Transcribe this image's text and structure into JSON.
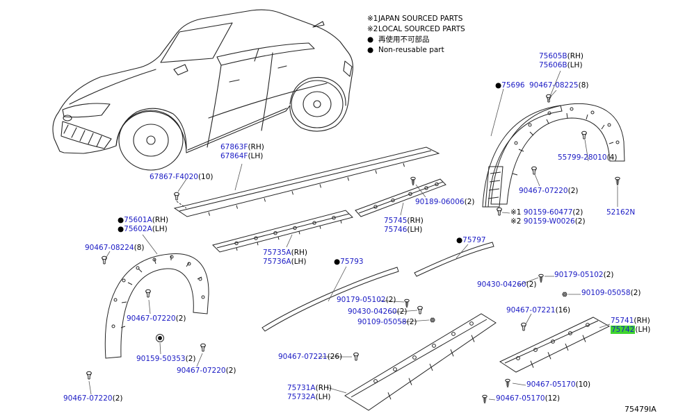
{
  "figure_code": "75479IA",
  "highlighted_part": "75742",
  "colors": {
    "part_number": "#1a1ac4",
    "suffix": "#000000",
    "highlight": "#3fd42f"
  },
  "legend": [
    {
      "mark": "※1",
      "text": "JAPAN SOURCED PARTS"
    },
    {
      "mark": "※2",
      "text": "LOCAL SOURCED PARTS"
    },
    {
      "mark": "●",
      "text": "再使用不可部品"
    },
    {
      "mark": "●",
      "text": "Non-reusable part"
    }
  ],
  "labels": [
    {
      "id": "67863F",
      "rows": [
        {
          "num": "67863F",
          "suf": "(RH)"
        },
        {
          "num": "67864F",
          "suf": "(LH)"
        }
      ]
    },
    {
      "id": "67867-F4020",
      "rows": [
        {
          "num": "67867-F4020",
          "suf": "(10)"
        }
      ]
    },
    {
      "id": "75601A",
      "rows": [
        {
          "pre": "●",
          "num": "75601A",
          "suf": "(RH)"
        },
        {
          "pre": "●",
          "num": "75602A",
          "suf": "(LH)"
        }
      ]
    },
    {
      "id": "90467-08224",
      "rows": [
        {
          "num": "90467-08224",
          "suf": "(8)"
        }
      ]
    },
    {
      "id": "75735A",
      "rows": [
        {
          "num": "75735A",
          "suf": "(RH)"
        },
        {
          "num": "75736A",
          "suf": "(LH)"
        }
      ]
    },
    {
      "id": "75745",
      "rows": [
        {
          "num": "75745",
          "suf": "(RH)"
        },
        {
          "num": "75746",
          "suf": "(LH)"
        }
      ]
    },
    {
      "id": "90189-06006",
      "rows": [
        {
          "num": "90189-06006",
          "suf": "(2)"
        }
      ]
    },
    {
      "id": "75793",
      "rows": [
        {
          "pre": "●",
          "num": "75793",
          "suf": ""
        }
      ]
    },
    {
      "id": "75797",
      "rows": [
        {
          "pre": "●",
          "num": "75797",
          "suf": ""
        }
      ]
    },
    {
      "id": "75605B",
      "rows": [
        {
          "num": "75605B",
          "suf": "(RH)"
        },
        {
          "num": "75606B",
          "suf": "(LH)"
        }
      ]
    },
    {
      "id": "75696",
      "rows": [
        {
          "pre": "●",
          "num": "75696",
          "suf": ""
        }
      ]
    },
    {
      "id": "90467-08225",
      "rows": [
        {
          "num": "90467-08225",
          "suf": "(8)"
        }
      ]
    },
    {
      "id": "55799-28010",
      "rows": [
        {
          "num": "55799-28010",
          "suf": "(4)"
        }
      ]
    },
    {
      "id": "90467-07220-rear",
      "rows": [
        {
          "num": "90467-07220",
          "suf": "(2)"
        }
      ]
    },
    {
      "id": "90159",
      "rows": [
        {
          "pre": "※1 ",
          "num": "90159-60477",
          "suf": "(2)"
        },
        {
          "pre": "※2 ",
          "num": "90159-W0026",
          "suf": "(2)"
        }
      ]
    },
    {
      "id": "52162N",
      "rows": [
        {
          "num": "52162N",
          "suf": ""
        }
      ]
    },
    {
      "id": "90430-04260-r",
      "rows": [
        {
          "num": "90430-04260",
          "suf": "(2)"
        }
      ]
    },
    {
      "id": "90179-05102-r",
      "rows": [
        {
          "num": "90179-05102",
          "suf": "(2)"
        }
      ]
    },
    {
      "id": "90109-05058-r",
      "rows": [
        {
          "num": "90109-05058",
          "suf": "(2)"
        }
      ]
    },
    {
      "id": "90179-05102-c",
      "rows": [
        {
          "num": "90179-05102",
          "suf": "(2)"
        }
      ]
    },
    {
      "id": "90430-04260-c",
      "rows": [
        {
          "num": "90430-04260",
          "suf": "(2)"
        }
      ]
    },
    {
      "id": "90109-05058-c",
      "rows": [
        {
          "num": "90109-05058",
          "suf": "(2)"
        }
      ]
    },
    {
      "id": "90467-07221-16",
      "rows": [
        {
          "num": "90467-07221",
          "suf": "(16)"
        }
      ]
    },
    {
      "id": "75741",
      "rows": [
        {
          "num": "75741",
          "suf": "(RH)"
        },
        {
          "num": "75742",
          "suf": "(LH)"
        }
      ]
    },
    {
      "id": "90467-07220-fr1",
      "rows": [
        {
          "num": "90467-07220",
          "suf": "(2)"
        }
      ]
    },
    {
      "id": "90159-50353",
      "rows": [
        {
          "num": "90159-50353",
          "suf": "(2)"
        }
      ]
    },
    {
      "id": "90467-07220-fr2",
      "rows": [
        {
          "num": "90467-07220",
          "suf": "(2)"
        }
      ]
    },
    {
      "id": "90467-07221-26",
      "rows": [
        {
          "num": "90467-07221",
          "suf": "(26)"
        }
      ]
    },
    {
      "id": "75731A",
      "rows": [
        {
          "num": "75731A",
          "suf": "(RH)"
        },
        {
          "num": "75732A",
          "suf": "(LH)"
        }
      ]
    },
    {
      "id": "90467-05170-10",
      "rows": [
        {
          "num": "90467-05170",
          "suf": "(10)"
        }
      ]
    },
    {
      "id": "90467-05170-12",
      "rows": [
        {
          "num": "90467-05170",
          "suf": "(12)"
        }
      ]
    },
    {
      "id": "90467-07220-bl",
      "rows": [
        {
          "num": "90467-07220",
          "suf": "(2)"
        }
      ]
    }
  ]
}
